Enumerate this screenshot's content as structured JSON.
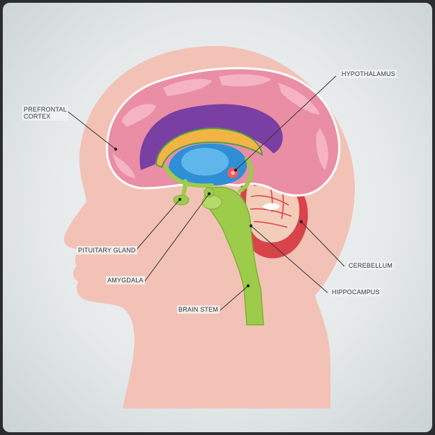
{
  "diagram": {
    "labels": {
      "hypothalamus": "HYPOTHALAMUS",
      "prefrontal_line1": "PREFRONTAL",
      "prefrontal_line2": "CORTEX",
      "pituitary": "PITUITARY GLAND",
      "amygdala": "AMYGDALA",
      "brain_stem": "BRAIN STEM",
      "cerebellum": "CEREBELLUM",
      "hippocampus": "HIPPOCAMPUS"
    },
    "colors": {
      "background": "#e6eaeb",
      "head": "#f3c2b6",
      "cortex": "#ea8ea5",
      "cortex_fold": "#f5b3c4",
      "ventricle_purple": "#7a3fa3",
      "corpus_yellow": "#f2b545",
      "ventricle_blue": "#2f8fd6",
      "limbic_green": "#9ccc4a",
      "cerebellum_red": "#d9434a",
      "cerebellum_tan": "#f3cdb8"
    }
  }
}
